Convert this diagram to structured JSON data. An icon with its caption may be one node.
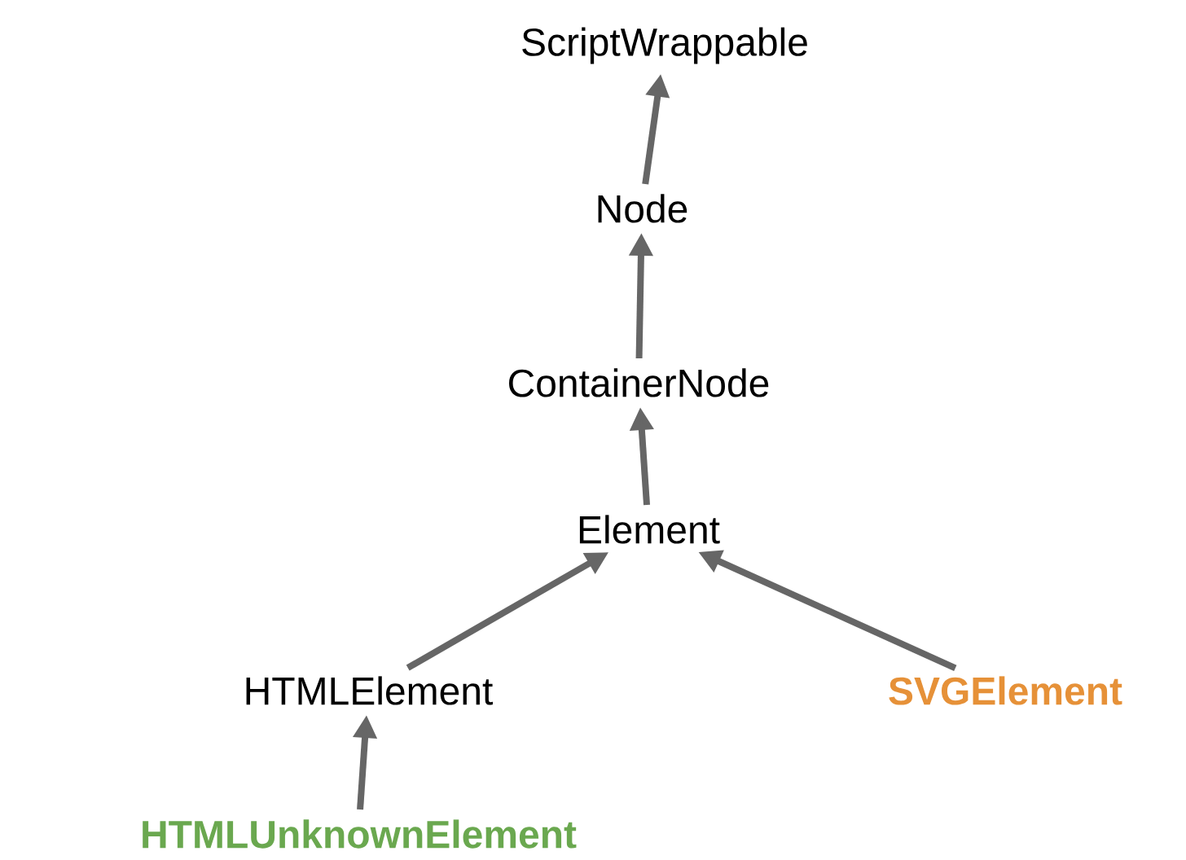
{
  "diagram": {
    "nodes": [
      {
        "text": [
          "ScriptWrappable"
        ]
      },
      {
        "text": [
          "Node"
        ]
      },
      {
        "text": [
          "ContainerNode"
        ]
      },
      {
        "text": [
          "Element"
        ]
      },
      {
        "text": [
          "HTMLElement"
        ]
      },
      {
        "text": [
          "SVGElement"
        ]
      },
      {
        "text": [
          "HTMLUnknownElement"
        ]
      }
    ],
    "edges": [
      {
        "from": 1,
        "to": 0,
        "arrow": "to"
      },
      {
        "from": 2,
        "to": 1,
        "arrow": "to"
      },
      {
        "from": 3,
        "to": 2,
        "arrow": "to"
      },
      {
        "from": 4,
        "to": 3,
        "arrow": "to"
      },
      {
        "from": 5,
        "to": 3,
        "arrow": "to"
      },
      {
        "from": 6,
        "to": 4,
        "arrow": "to"
      }
    ]
  }
}
